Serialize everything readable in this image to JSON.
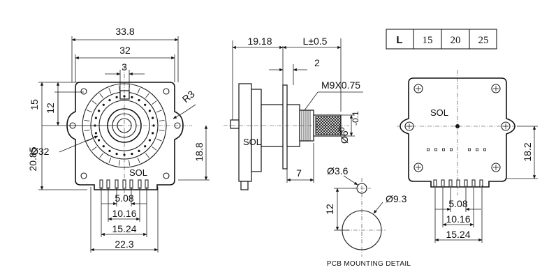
{
  "front_view": {
    "dim_overall_width": "33.8",
    "dim_body_width": "32",
    "dim_key": "3",
    "dim_left_15": "15",
    "dim_left_12": "12",
    "dim_left_2085": "20.85",
    "dim_dia": "Ø32",
    "dim_radius": "R3",
    "dim_right_188": "18.8",
    "label_sol": "SOL",
    "dim_pin_508": "5.08",
    "dim_pin_1016": "10.16",
    "dim_pin_1524": "15.24",
    "dim_pin_223": "22.3"
  },
  "side_view": {
    "dim_1918": "19.18",
    "dim_l": "L±0.5",
    "dim_2": "2",
    "thread": "M9X0.75",
    "shaft_dia": "Ø6",
    "shaft_tol_upper": "0",
    "shaft_tol_lower": "-0.1",
    "dim_7": "7",
    "label_sol": "SOL"
  },
  "length_table": {
    "header": "L",
    "values": [
      "15",
      "20",
      "25"
    ]
  },
  "pcb_detail": {
    "dim_hole_small": "Ø3.6",
    "dim_hole_large": "Ø9.3",
    "dim_spacing": "12",
    "caption": "PCB MOUNTING DETAIL"
  },
  "rear_view": {
    "label_sol": "SOL",
    "dim_right_182": "18.2",
    "dim_pin_508": "5.08",
    "dim_pin_1016": "10.16",
    "dim_pin_1524": "15.24"
  }
}
